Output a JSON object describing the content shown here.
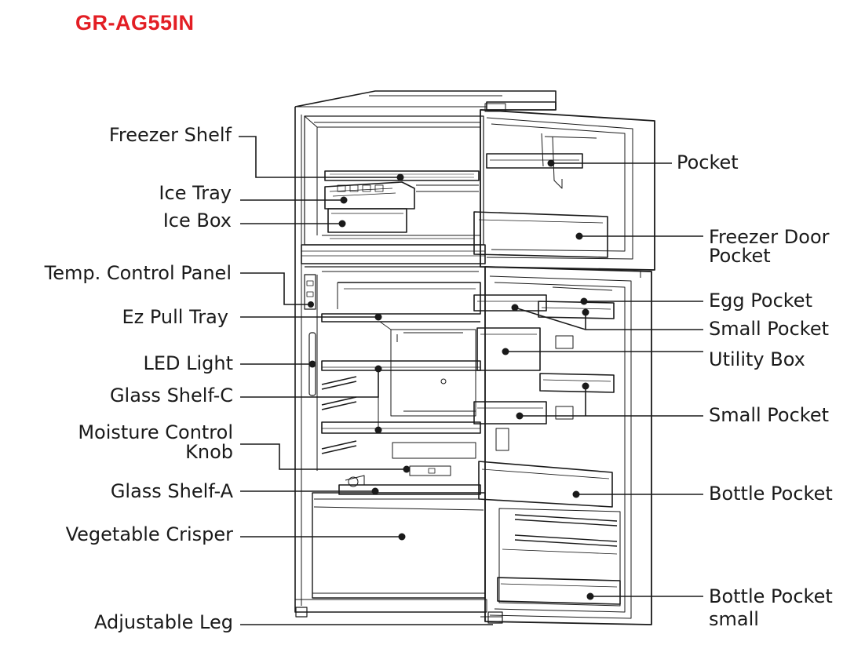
{
  "title": "GR-AG55IN",
  "labels": {
    "freezer_shelf": "Freezer Shelf",
    "ice_tray": "Ice Tray",
    "ice_box": "Ice Box",
    "temp_control_panel": "Temp. Control Panel",
    "ez_pull_tray": "Ez Pull Tray",
    "led_light": "LED Light",
    "glass_shelf_c": "Glass Shelf-C",
    "moisture_control_knob_1": "Moisture Control",
    "moisture_control_knob_2": "Knob",
    "glass_shelf_a": "Glass Shelf-A",
    "vegetable_crisper": "Vegetable Crisper",
    "adjustable_leg": "Adjustable Leg",
    "pocket": "Pocket",
    "freezer_door_pocket_1": "Freezer Door",
    "freezer_door_pocket_2": "Pocket",
    "egg_pocket": "Egg Pocket",
    "small_pocket_upper": "Small Pocket",
    "utility_box": "Utility Box",
    "small_pocket_lower": "Small Pocket",
    "bottle_pocket": "Bottle Pocket",
    "bottle_pocket_small_1": "Bottle Pocket",
    "bottle_pocket_small_2": "small"
  }
}
